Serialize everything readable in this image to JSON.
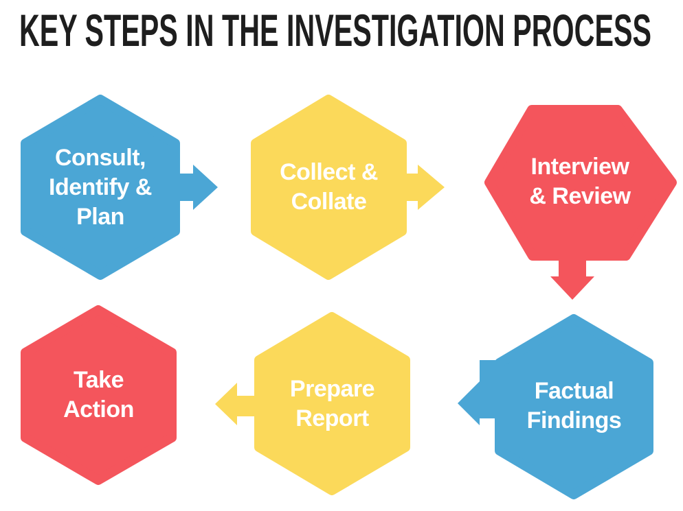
{
  "title": "KEY STEPS IN THE INVESTIGATION PROCESS",
  "colors": {
    "blue": "#4BA6D5",
    "yellow": "#FBD95A",
    "red": "#F4555C",
    "title": "#1E1E1E",
    "label_text": "#FFFFFF",
    "background": "#FFFFFF"
  },
  "steps": [
    {
      "order": 1,
      "id": "consult-identify-plan",
      "label": "Consult,\nIdentify &\nPlan",
      "color": "blue"
    },
    {
      "order": 2,
      "id": "collect-collate",
      "label": "Collect &\nCollate",
      "color": "yellow"
    },
    {
      "order": 3,
      "id": "interview-review",
      "label": "Interview\n& Review",
      "color": "red"
    },
    {
      "order": 4,
      "id": "factual-findings",
      "label": "Factual\nFindings",
      "color": "blue"
    },
    {
      "order": 5,
      "id": "prepare-report",
      "label": "Prepare\nReport",
      "color": "yellow"
    },
    {
      "order": 6,
      "id": "take-action",
      "label": "Take\nAction",
      "color": "red"
    }
  ],
  "arrows": [
    {
      "from": "consult-identify-plan",
      "to": "collect-collate",
      "direction": "right",
      "color": "blue"
    },
    {
      "from": "collect-collate",
      "to": "interview-review",
      "direction": "right",
      "color": "yellow"
    },
    {
      "from": "interview-review",
      "to": "factual-findings",
      "direction": "down",
      "color": "red"
    },
    {
      "from": "factual-findings",
      "to": "prepare-report",
      "direction": "left",
      "color": "blue"
    },
    {
      "from": "prepare-report",
      "to": "take-action",
      "direction": "left",
      "color": "yellow"
    }
  ]
}
